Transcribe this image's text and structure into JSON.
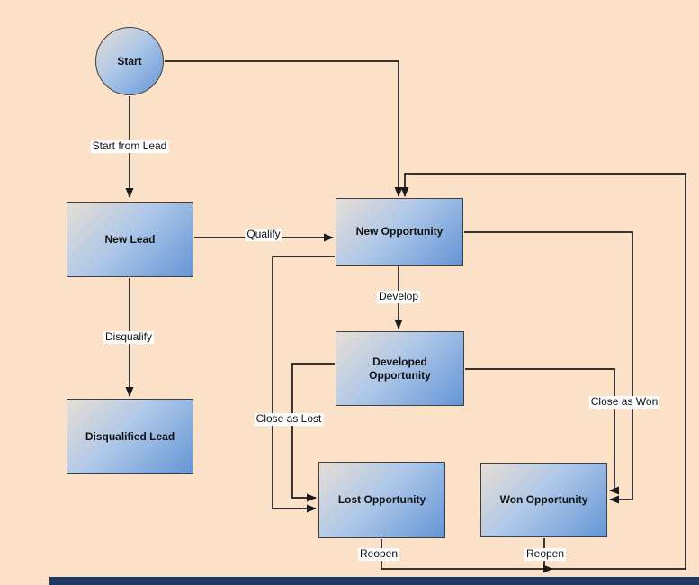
{
  "diagram_type": "flowchart",
  "colors": {
    "background": "#FCE1C9",
    "node_gradient_start": "#E7DDD5",
    "node_gradient_mid": "#AFC8E8",
    "node_gradient_end": "#6496D6",
    "node_border": "#3F3F3F",
    "connector": "#1A1A1A",
    "edge_label_background": "#FFFFFF",
    "text": "#111111",
    "bottom_bar": "#203864"
  },
  "nodes": {
    "start": {
      "label": "Start",
      "shape": "circle"
    },
    "new_lead": {
      "label": "New Lead",
      "shape": "rect"
    },
    "disqualified_lead": {
      "label": "Disqualified Lead",
      "shape": "rect"
    },
    "new_opportunity": {
      "label": "New Opportunity",
      "shape": "rect"
    },
    "developed_opportunity": {
      "label": "Developed Opportunity",
      "shape": "rect"
    },
    "lost_opportunity": {
      "label": "Lost Opportunity",
      "shape": "rect"
    },
    "won_opportunity": {
      "label": "Won Opportunity",
      "shape": "rect"
    }
  },
  "edges": {
    "start_from_lead": {
      "from": "start",
      "to": "new_lead",
      "label": "Start from Lead"
    },
    "start_to_new_opportunity": {
      "from": "start",
      "to": "new_opportunity"
    },
    "qualify": {
      "from": "new_lead",
      "to": "new_opportunity",
      "label": "Qualify"
    },
    "disqualify": {
      "from": "new_lead",
      "to": "disqualified_lead",
      "label": "Disqualify"
    },
    "develop": {
      "from": "new_opportunity",
      "to": "developed_opportunity",
      "label": "Develop"
    },
    "close_as_lost_from_new_opportunity": {
      "from": "new_opportunity",
      "to": "lost_opportunity",
      "label": "Close as Lost"
    },
    "close_as_lost_from_developed_opportunity": {
      "from": "developed_opportunity",
      "to": "lost_opportunity"
    },
    "close_as_won_from_new_opportunity": {
      "from": "new_opportunity",
      "to": "won_opportunity",
      "label": "Close as Won"
    },
    "close_as_won_from_developed_opportunity": {
      "from": "developed_opportunity",
      "to": "won_opportunity"
    },
    "reopen_lost": {
      "from": "lost_opportunity",
      "to": "new_opportunity",
      "label": "Reopen"
    },
    "reopen_won": {
      "from": "won_opportunity",
      "to": "new_opportunity",
      "label": "Reopen"
    }
  }
}
